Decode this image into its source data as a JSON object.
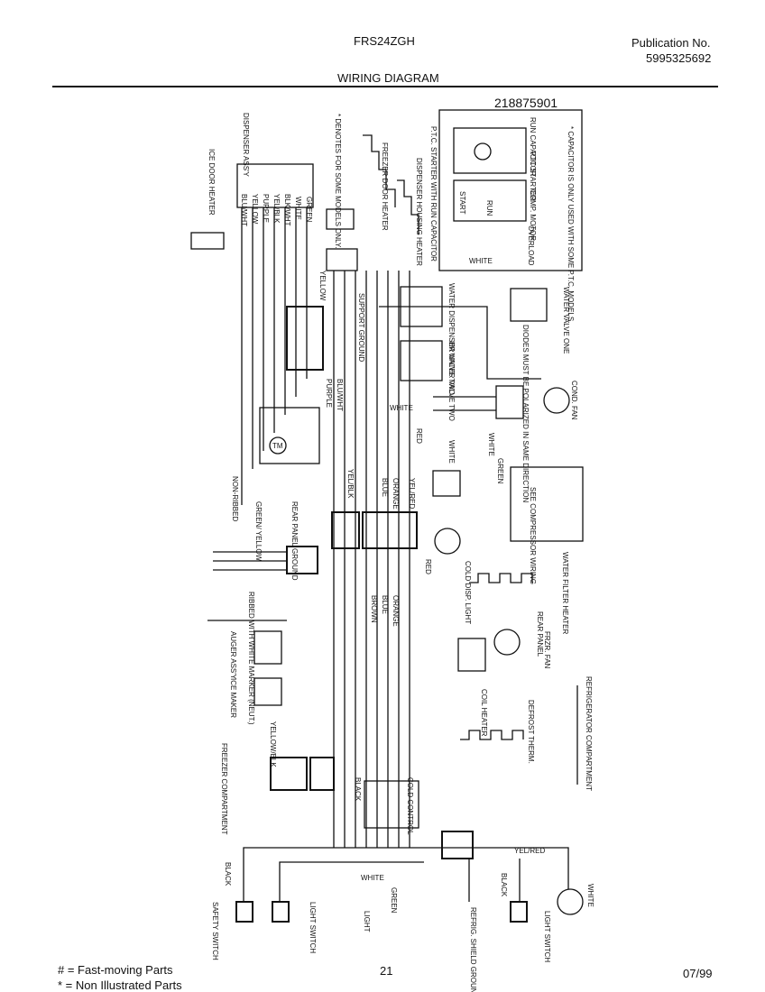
{
  "header": {
    "model": "FRS24ZGH",
    "publication_label": "Publication No.",
    "publication_number": "5995325692",
    "title": "WIRING DIAGRAM"
  },
  "part_number": "218875901",
  "labels": {
    "ice_door_heater": "ICE DOOR HEATER",
    "dispenser_assy": "DISPENSER ASS'Y",
    "denotes_models": "* DENOTES FOR SOME MODELS ONLY.",
    "freezer_door_heater": "FREEZER DOOR HEATER",
    "dispenser_housing_heater": "DISPENSER HOUSING HEATER",
    "ptc_note": "P.T.C. STARTER WITH RUN CAPACITOR",
    "run_capacitor": "RUN CAPACITOR",
    "ptc_starter": "PTC STARTER",
    "comp_motor": "COMP. MOTOR",
    "start": "START",
    "run": "RUN",
    "overload": "OVERLOAD",
    "capacitor_note": "* CAPACITOR IS ONLY USED WITH SOME P.T.C. MODELS.",
    "bluwht": "BLU/WHT",
    "yellow": "YELLOW",
    "purple": "PURPLE",
    "yelblk": "YEL/BLK",
    "blkwht": "BLK/WHT",
    "white": "WHITE",
    "green": "GREEN",
    "black": "BLACK",
    "blue": "BLUE",
    "brown": "BROWN",
    "orange": "ORANGE",
    "red": "RED",
    "yelred": "YEL/RED",
    "blk": "BLK",
    "water_disp_valve_two": "WATER DISPENSER VALVE TWO",
    "ice_water_valve_two": "I/M WATER VALVE TWO",
    "water_valve_one": "WATER VALVE ONE",
    "diodes_note": "DIODES MUST BE POLARIZED IN SAME DIRECTION",
    "cond_fan": "COND. FAN",
    "support_ground": "SUPPORT GROUND",
    "see_compressor": "SEE COMPRESSOR WIRING",
    "tm": "TM",
    "non_ribbed": "NON-RIBBED",
    "greenyellow": "GREEN/ YELLOW",
    "rear_panel_ground": "REAR PANEL GROUND",
    "ribbed_marker": "RIBBED WITH WHITE MARKER (NEUT.)",
    "auger_assy": "AUGER ASS'Y",
    "ice_maker": "ICE MAKER",
    "freezer_compartment": "FREEZER COMPARTMENT",
    "refrigerator_compartment": "REFRIGERATOR COMPARTMENT",
    "water_filter_heater": "WATER FILTER HEATER",
    "rear_panel": "REAR PANEL",
    "frzr_fan": "FRZR. FAN",
    "coil_heater": "COIL HEATER",
    "defrost_therm": "DEFROST THERM.",
    "cold_control": "COLD CONTROL",
    "cold_disp_light": "COLD DISP. LIGHT",
    "shield_ground": "SHIELD GROUND",
    "safety_switch": "SAFETY SWITCH",
    "light_switch": "LIGHT SWITCH",
    "light": "LIGHT",
    "refrig_shield_ground": "REFRIG. SHIELD GROUND",
    "yelblk2": "YELLOW/BLK"
  },
  "footer": {
    "legend_fast": "# = Fast-moving Parts",
    "legend_non": "* = Non Illustrated Parts",
    "page": "21",
    "date": "07/99"
  }
}
